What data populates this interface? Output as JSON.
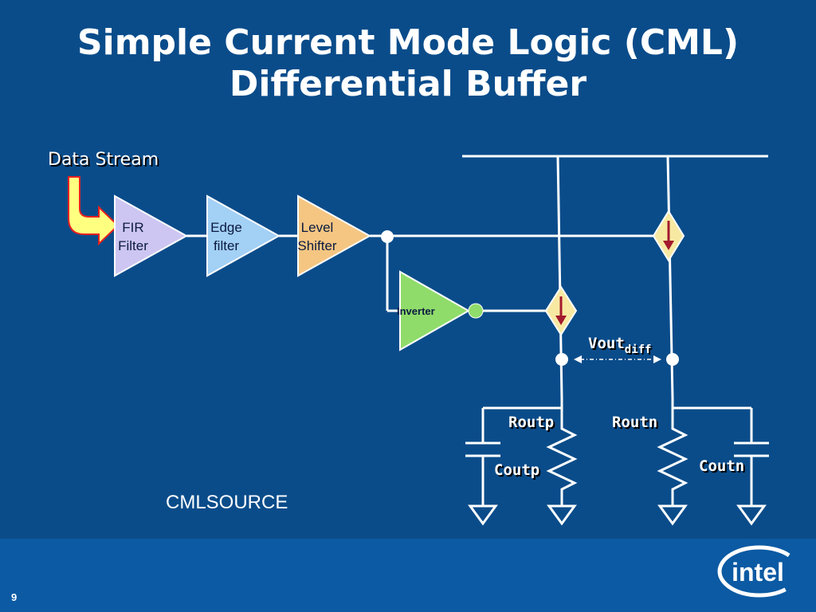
{
  "slide": {
    "title_line1": "Simple Current Mode Logic (CML)",
    "title_line2": "Differential Buffer",
    "number": "9"
  },
  "diagram": {
    "data_stream": "Data Stream",
    "fir_line1": "FIR",
    "fir_line2": "Filter",
    "edge_line1": "Edge",
    "edge_line2": "filter",
    "level_line1": "Level",
    "level_line2": "Shifter",
    "inverter": "Inverter",
    "vout_main": "Vout",
    "vout_sub": "diff",
    "routp": "Routp",
    "routn": "Routn",
    "coutp": "Coutp",
    "coutn": "Coutn",
    "cmlsource": "CMLSOURCE"
  },
  "logo": {
    "text": "intel"
  },
  "colors": {
    "background": "#0a4c8a",
    "footer": "#0b5aa3",
    "fir_fill": "#cdc6f2",
    "edge_fill": "#a3d0f5",
    "level_fill": "#f5c682",
    "inverter_fill": "#8fdc6a",
    "current_source_fill": "#f7e9a2",
    "arrow": "#a31a2e",
    "data_arrow_fill": "#ffff80",
    "data_arrow_stroke": "#e62020"
  }
}
